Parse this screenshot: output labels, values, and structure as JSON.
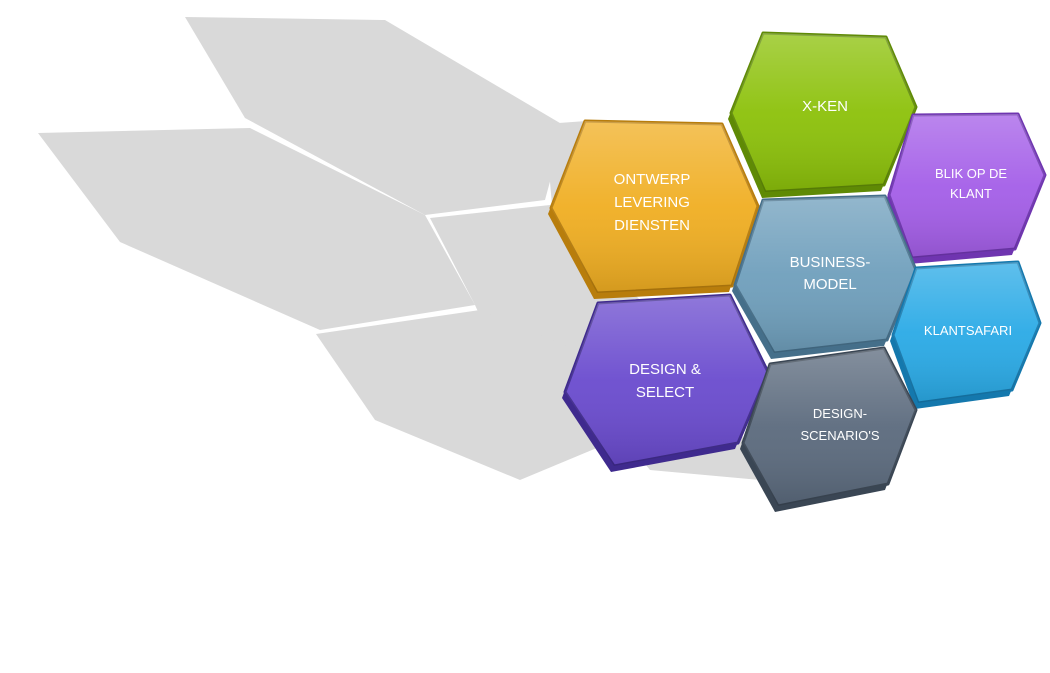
{
  "hexagons": [
    {
      "id": "x-ken",
      "lines": [
        "X-KEN"
      ],
      "color": "#8cc10a",
      "dark": "#5f8a05"
    },
    {
      "id": "ontwerp",
      "lines": [
        "ONTWERP",
        "LEVERING",
        "DIENSTEN"
      ],
      "color": "#f0ae22",
      "dark": "#b87d0c"
    },
    {
      "id": "blik",
      "lines": [
        "BLIK OP DE",
        "KLANT"
      ],
      "color": "#a45ee8",
      "dark": "#6f35b0"
    },
    {
      "id": "business",
      "lines": [
        "BUSINESS-",
        "MODEL"
      ],
      "color": "#6f9fbc",
      "dark": "#456f8a"
    },
    {
      "id": "klantsafari",
      "lines": [
        "KLANTSAFARI"
      ],
      "color": "#2aaae6",
      "dark": "#1478ad"
    },
    {
      "id": "design-select",
      "lines": [
        "DESIGN &",
        "SELECT"
      ],
      "color": "#6a4bce",
      "dark": "#3f2a8e"
    },
    {
      "id": "design-scenarios",
      "lines": [
        "DESIGN-",
        "SCENARIO'S"
      ],
      "color": "#5b6a7d",
      "dark": "#3a4654"
    }
  ],
  "colors": {
    "shadow": "#d9d9d9",
    "background": "#ffffff",
    "text": "#ffffff"
  }
}
